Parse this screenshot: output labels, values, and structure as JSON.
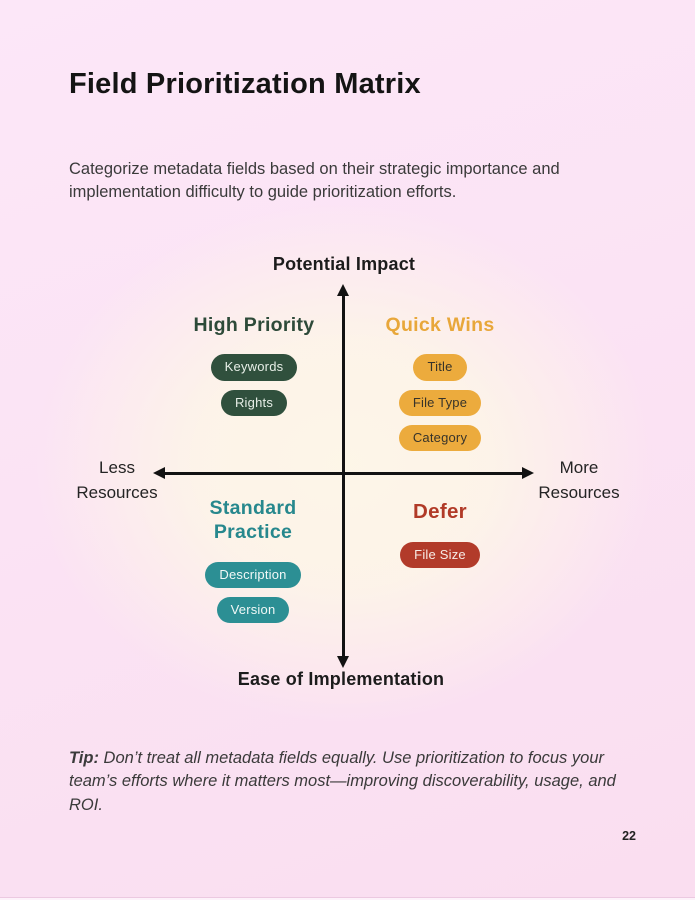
{
  "page": {
    "title": "Field Prioritization Matrix",
    "subtitle": "Categorize metadata fields based on their strategic importance and implementation difficulty to guide prioritization efforts.",
    "tip_label": "Tip:",
    "tip_text": "Don’t treat all metadata fields equally. Use prioritization to focus your team’s efforts where it matters most—improving discoverability, usage, and ROI.",
    "page_number": "22"
  },
  "matrix": {
    "axes": {
      "top": "Potential Impact",
      "bottom": "Ease of Implementation",
      "left": "Less Resources",
      "right": "More Resources"
    },
    "quadrants": [
      {
        "id": "high-priority",
        "label": "High Priority",
        "label_color": "#2d4a39",
        "pill_bg": "#30503d",
        "pill_text_color": "#e7eee7",
        "items": [
          "Keywords",
          "Rights"
        ]
      },
      {
        "id": "quick-wins",
        "label": "Quick Wins",
        "label_color": "#e8a73a",
        "pill_bg": "#ecab3d",
        "pill_text_color": "#37332a",
        "items": [
          "Title",
          "File Type",
          "Category"
        ]
      },
      {
        "id": "standard-practice",
        "label": "Standard Practice",
        "label_color": "#27888d",
        "pill_bg": "#2c8f94",
        "pill_text_color": "#f1f8f7",
        "items": [
          "Description",
          "Version"
        ]
      },
      {
        "id": "defer",
        "label": "Defer",
        "label_color": "#b13a27",
        "pill_bg": "#b23b2a",
        "pill_text_color": "#f7ebe6",
        "items": [
          "File Size"
        ]
      }
    ]
  },
  "colors": {
    "background_pink": "#fbe3f4",
    "background_cream_glow": "#fdf6e7",
    "axis": "#121212",
    "title_text": "#141414",
    "body_text": "#3a3a3a"
  }
}
